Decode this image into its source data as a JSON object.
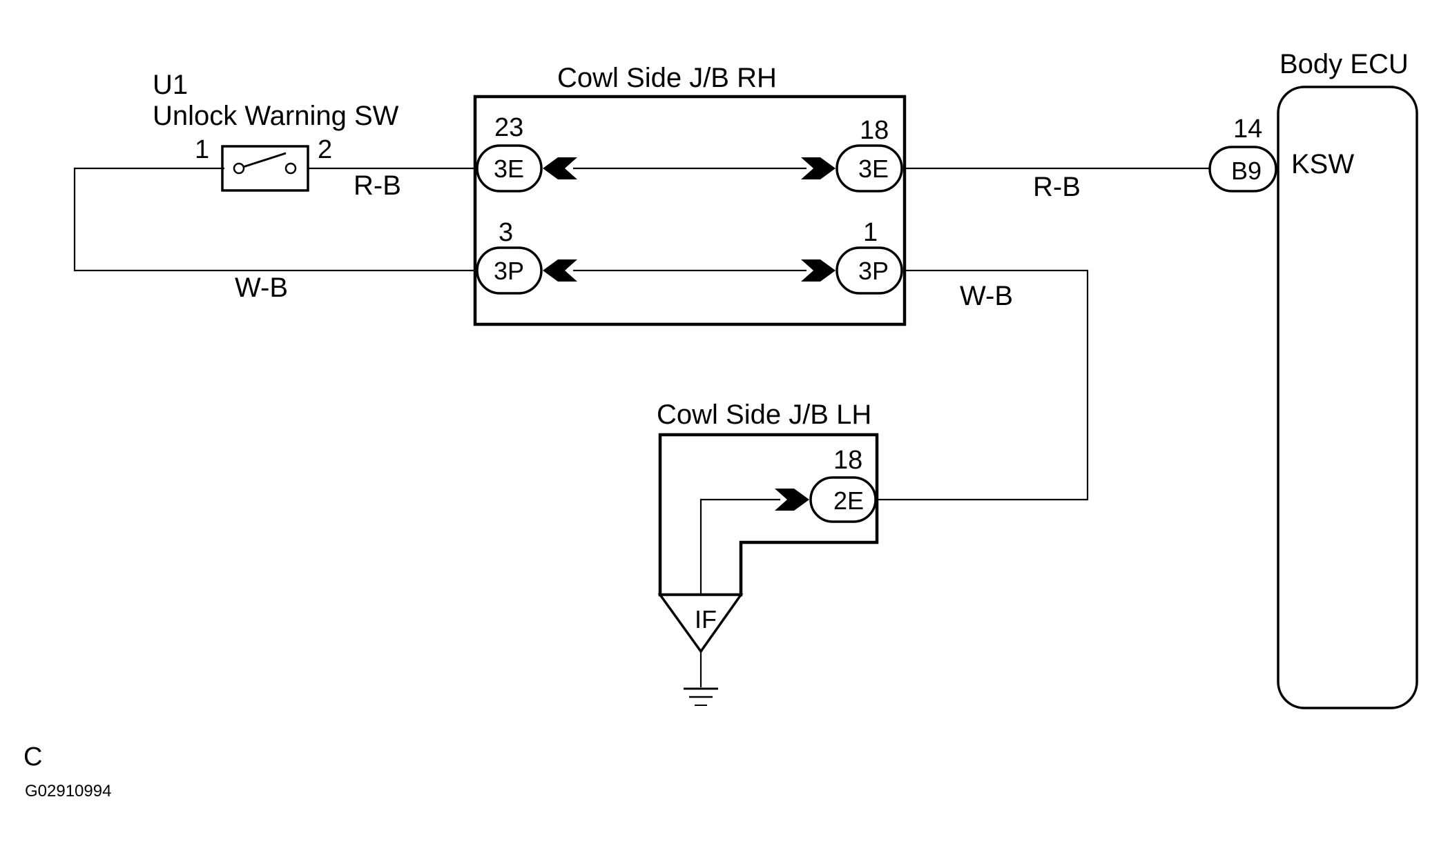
{
  "switch": {
    "code": "U1",
    "name": "Unlock Warning SW",
    "pin_left": "1",
    "pin_right": "2"
  },
  "jb_rh": {
    "title": "Cowl Side J/B RH",
    "left_top": {
      "pin": "23",
      "conn": "3E"
    },
    "right_top": {
      "pin": "18",
      "conn": "3E"
    },
    "left_bottom": {
      "pin": "3",
      "conn": "3P"
    },
    "right_bottom": {
      "pin": "1",
      "conn": "3P"
    }
  },
  "jb_lh": {
    "title": "Cowl Side J/B LH",
    "pin": "18",
    "conn": "2E",
    "ground_label": "IF"
  },
  "ecu": {
    "title": "Body ECU",
    "pin": "14",
    "conn": "B9",
    "terminal": "KSW"
  },
  "wires": {
    "rb_left": "R-B",
    "rb_right": "R-B",
    "wb_left": "W-B",
    "wb_right": "W-B"
  },
  "footer": {
    "section": "C",
    "figure_code": "G02910994"
  }
}
